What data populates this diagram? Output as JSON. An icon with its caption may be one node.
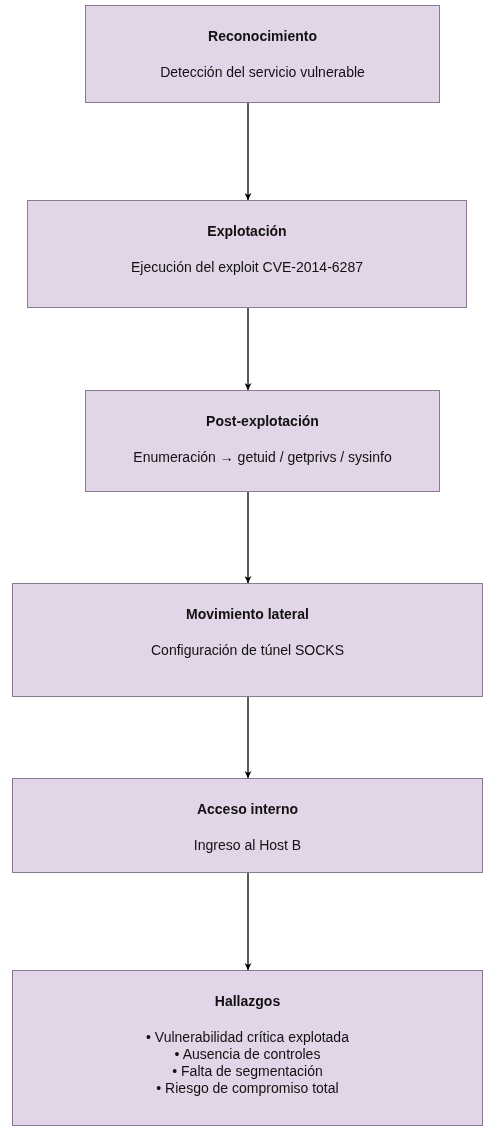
{
  "diagram": {
    "nodes": [
      {
        "text": [
          "Reconocimiento",
          "Detección del servicio vulnerable"
        ]
      },
      {
        "text": [
          "Explotación",
          "Ejecución del exploit CVE-2014-6287"
        ]
      },
      {
        "text": [
          "Post-explotación",
          "Enumeración → getuid / getprivs / sysinfo"
        ]
      },
      {
        "text": [
          "Movimiento lateral",
          "Configuración de túnel SOCKS"
        ]
      },
      {
        "text": [
          "Acceso interno",
          "Ingreso al Host B"
        ]
      },
      {
        "text": [
          "Hallazgos",
          "• Vulnerabilidad crítica explotada",
          "• Ausencia de controles",
          "• Falta de segmentación",
          "• Riesgo de compromiso total"
        ]
      }
    ],
    "edges": [
      {
        "from": 0,
        "to": 1,
        "arrow": "to"
      },
      {
        "from": 1,
        "to": 2,
        "arrow": "to"
      },
      {
        "from": 2,
        "to": 3,
        "arrow": "to"
      },
      {
        "from": 3,
        "to": 4,
        "arrow": "to"
      },
      {
        "from": 4,
        "to": 5,
        "arrow": "to"
      }
    ]
  }
}
